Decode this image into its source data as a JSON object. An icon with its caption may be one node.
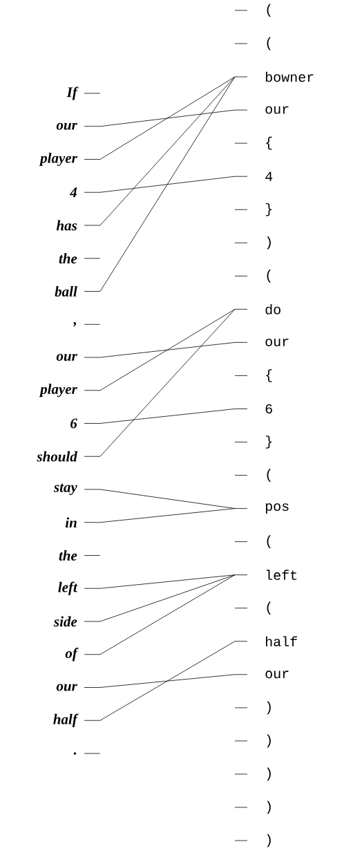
{
  "diagram": {
    "nodes": [
      {
        "text": [
          "If"
        ]
      },
      {
        "text": [
          "our"
        ]
      },
      {
        "text": [
          "player"
        ]
      },
      {
        "text": [
          "4"
        ]
      },
      {
        "text": [
          "has"
        ]
      },
      {
        "text": [
          "the"
        ]
      },
      {
        "text": [
          "ball"
        ]
      },
      {
        "text": [
          ","
        ]
      },
      {
        "text": [
          "our"
        ]
      },
      {
        "text": [
          "player"
        ]
      },
      {
        "text": [
          "6"
        ]
      },
      {
        "text": [
          "should"
        ]
      },
      {
        "text": [
          "stay"
        ]
      },
      {
        "text": [
          "in"
        ]
      },
      {
        "text": [
          "the"
        ]
      },
      {
        "text": [
          "left"
        ]
      },
      {
        "text": [
          "side"
        ]
      },
      {
        "text": [
          "of"
        ]
      },
      {
        "text": [
          "our"
        ]
      },
      {
        "text": [
          "half"
        ]
      },
      {
        "text": [
          "."
        ]
      },
      {
        "text": [
          "("
        ]
      },
      {
        "text": [
          "("
        ]
      },
      {
        "text": [
          "bowner"
        ]
      },
      {
        "text": [
          "our"
        ]
      },
      {
        "text": [
          "{"
        ]
      },
      {
        "text": [
          "4"
        ]
      },
      {
        "text": [
          "}"
        ]
      },
      {
        "text": [
          ")"
        ]
      },
      {
        "text": [
          "("
        ]
      },
      {
        "text": [
          "do"
        ]
      },
      {
        "text": [
          "our"
        ]
      },
      {
        "text": [
          "{"
        ]
      },
      {
        "text": [
          "6"
        ]
      },
      {
        "text": [
          "}"
        ]
      },
      {
        "text": [
          "("
        ]
      },
      {
        "text": [
          "pos"
        ]
      },
      {
        "text": [
          "("
        ]
      },
      {
        "text": [
          "left"
        ]
      },
      {
        "text": [
          "("
        ]
      },
      {
        "text": [
          "half"
        ]
      },
      {
        "text": [
          "our"
        ]
      },
      {
        "text": [
          ")"
        ]
      },
      {
        "text": [
          ")"
        ]
      },
      {
        "text": [
          ")"
        ]
      },
      {
        "text": [
          ")"
        ]
      },
      {
        "text": [
          ")"
        ]
      }
    ],
    "edges": [
      {
        "from": 1,
        "to": 24,
        "arrow": "none"
      },
      {
        "from": 2,
        "to": 23,
        "arrow": "none"
      },
      {
        "from": 3,
        "to": 26,
        "arrow": "none"
      },
      {
        "from": 4,
        "to": 23,
        "arrow": "none"
      },
      {
        "from": 6,
        "to": 23,
        "arrow": "none"
      },
      {
        "from": 8,
        "to": 31,
        "arrow": "none"
      },
      {
        "from": 9,
        "to": 30,
        "arrow": "none"
      },
      {
        "from": 10,
        "to": 33,
        "arrow": "none"
      },
      {
        "from": 11,
        "to": 30,
        "arrow": "none"
      },
      {
        "from": 12,
        "to": 36,
        "arrow": "none"
      },
      {
        "from": 13,
        "to": 36,
        "arrow": "none"
      },
      {
        "from": 15,
        "to": 38,
        "arrow": "none"
      },
      {
        "from": 16,
        "to": 38,
        "arrow": "none"
      },
      {
        "from": 17,
        "to": 38,
        "arrow": "none"
      },
      {
        "from": 18,
        "to": 41,
        "arrow": "none"
      },
      {
        "from": 19,
        "to": 40,
        "arrow": "none"
      }
    ]
  }
}
